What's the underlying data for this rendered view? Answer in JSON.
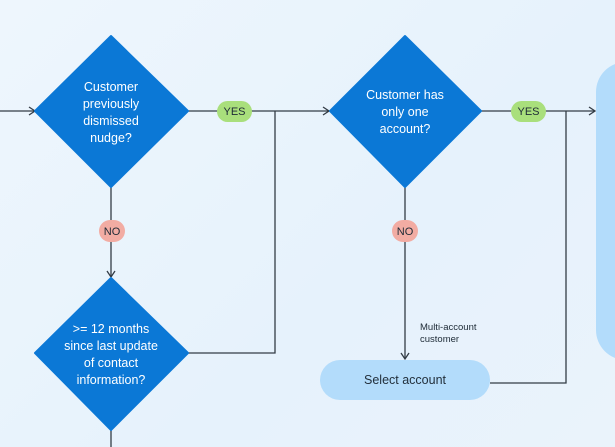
{
  "nodes": {
    "decision_dismissed": {
      "lines": [
        "Customer",
        "previously",
        "dismissed",
        "nudge?"
      ]
    },
    "decision_one_account": {
      "lines": [
        "Customer has",
        "only one",
        "account?"
      ]
    },
    "decision_12_months": {
      "lines": [
        ">= 12 months",
        "since last update",
        "of contact",
        "information?"
      ]
    },
    "select_account": {
      "label": "Select account"
    }
  },
  "edge_labels": {
    "yes": "YES",
    "no": "NO",
    "multi_account": [
      "Multi-account",
      "customer"
    ]
  },
  "colors": {
    "decision": "#0b78d6",
    "process": "#b3dcfb",
    "yes": "#a9df7c",
    "no": "#f2aca3"
  }
}
